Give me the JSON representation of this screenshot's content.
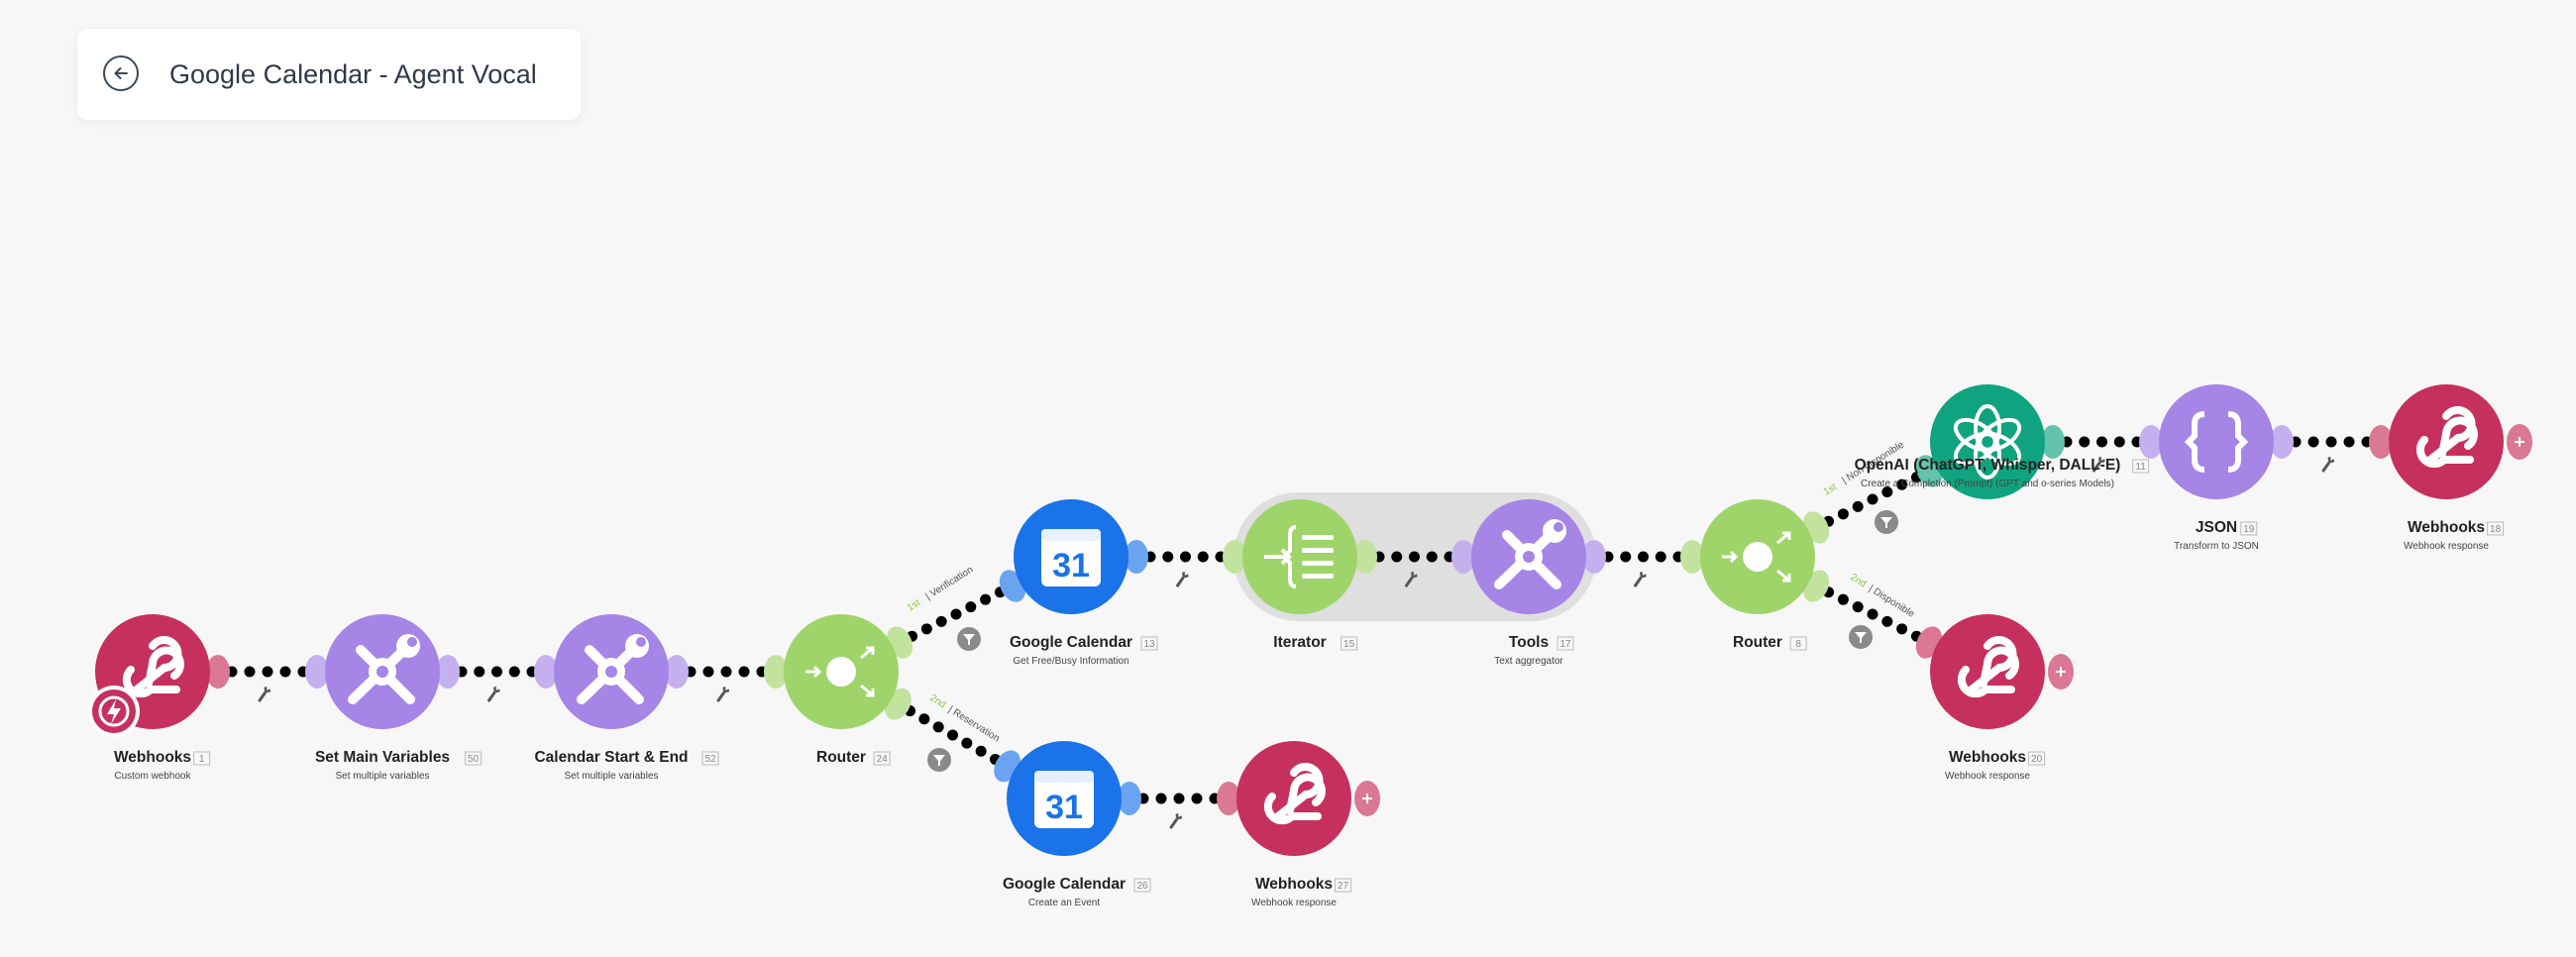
{
  "scenario": {
    "title": "Google Calendar - Agent Vocal"
  },
  "modules": [
    {
      "id": "webhooks-1",
      "name": "Webhooks",
      "number": "1",
      "subtitle": "Custom webhook",
      "icon": "webhook-icon",
      "color": "#c6305e",
      "has_trigger": true
    },
    {
      "id": "set-main-variables",
      "name": "Set Main Variables",
      "number": "50",
      "subtitle": "Set multiple variables",
      "icon": "tools-icon",
      "color": "#a585e6"
    },
    {
      "id": "calendar-start-end",
      "name": "Calendar Start & End",
      "number": "52",
      "subtitle": "Set multiple variables",
      "icon": "tools-icon",
      "color": "#a585e6"
    },
    {
      "id": "router-24",
      "name": "Router",
      "number": "24",
      "subtitle": "",
      "icon": "router-icon",
      "color": "#9fd46a"
    },
    {
      "id": "google-calendar-13",
      "name": "Google Calendar",
      "number": "13",
      "subtitle": "Get Free/Busy Information",
      "icon": "google-calendar-icon",
      "color": "#1a73e8"
    },
    {
      "id": "iterator-15",
      "name": "Iterator",
      "number": "15",
      "subtitle": "",
      "icon": "iterator-icon",
      "color": "#9fd46a"
    },
    {
      "id": "tools-17",
      "name": "Tools",
      "number": "17",
      "subtitle": "Text aggregator",
      "icon": "tools-icon",
      "color": "#a585e6"
    },
    {
      "id": "router-8",
      "name": "Router",
      "number": "8",
      "subtitle": "",
      "icon": "router-icon",
      "color": "#9fd46a"
    },
    {
      "id": "openai-11",
      "name": "OpenAI (ChatGPT, Whisper, DALL-E)",
      "number": "11",
      "subtitle": "Create a Completion (Prompt) (GPT and o-series Models)",
      "icon": "openai-icon",
      "color": "#10a37f"
    },
    {
      "id": "json-19",
      "name": "JSON",
      "number": "19",
      "subtitle": "Transform to JSON",
      "icon": "json-icon",
      "color": "#a585e6"
    },
    {
      "id": "webhooks-18",
      "name": "Webhooks",
      "number": "18",
      "subtitle": "Webhook response",
      "icon": "webhook-icon",
      "color": "#c6305e"
    },
    {
      "id": "webhooks-20",
      "name": "Webhooks",
      "number": "20",
      "subtitle": "Webhook response",
      "icon": "webhook-icon",
      "color": "#c6305e"
    },
    {
      "id": "google-calendar-26",
      "name": "Google Calendar",
      "number": "26",
      "subtitle": "Create an Event",
      "icon": "google-calendar-icon",
      "color": "#1a73e8"
    },
    {
      "id": "webhooks-27",
      "name": "Webhooks",
      "number": "27",
      "subtitle": "Webhook response",
      "icon": "webhook-icon",
      "color": "#c6305e"
    }
  ],
  "routes": [
    {
      "id": "route-verification",
      "order": "1st",
      "label": "Verification"
    },
    {
      "id": "route-reservation",
      "order": "2nd",
      "label": "Reservation"
    },
    {
      "id": "route-non-disponible",
      "order": "1st",
      "label": "Non disponible"
    },
    {
      "id": "route-disponible",
      "order": "2nd",
      "label": "Disponible"
    }
  ],
  "calendar_day": "31",
  "icons": {
    "back": "arrow-left-icon",
    "wrench": "wrench-icon",
    "filter": "filter-icon",
    "add": "plus-icon",
    "trigger": "lightning-icon"
  }
}
